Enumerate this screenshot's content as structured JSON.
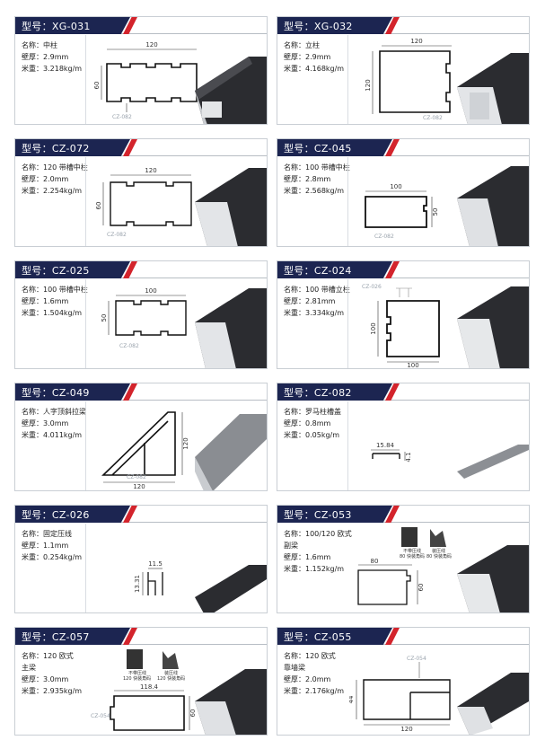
{
  "labels": {
    "model": "型号：",
    "name": "名称：",
    "wall": "壁厚：",
    "weight": "米重："
  },
  "cards": [
    {
      "model": "XG-031",
      "name": "中柱",
      "wall": "2.9mm",
      "weight": "3.218kg/m",
      "dims": [
        "120",
        "60"
      ],
      "ref": "CZ-082"
    },
    {
      "model": "XG-032",
      "name": "立柱",
      "wall": "2.9mm",
      "weight": "4.168kg/m",
      "dims": [
        "120",
        "120"
      ],
      "ref": "CZ-082"
    },
    {
      "model": "CZ-072",
      "name": "120 带槽中柱",
      "wall": "2.0mm",
      "weight": "2.254kg/m",
      "dims": [
        "120",
        "60"
      ],
      "ref": "CZ-082"
    },
    {
      "model": "CZ-045",
      "name": "100 带槽中柱",
      "wall": "2.8mm",
      "weight": "2.568kg/m",
      "dims": [
        "100",
        "50"
      ],
      "ref": "CZ-082"
    },
    {
      "model": "CZ-025",
      "name": "100 带槽中柱",
      "wall": "1.6mm",
      "weight": "1.504kg/m",
      "dims": [
        "100",
        "50"
      ],
      "ref": "CZ-082"
    },
    {
      "model": "CZ-024",
      "name": "100 带槽立柱",
      "wall": "2.81mm",
      "weight": "3.334kg/m",
      "dims": [
        "100",
        "100"
      ],
      "ref": "CZ-026"
    },
    {
      "model": "CZ-049",
      "name": "人字顶斜拉梁",
      "wall": "3.0mm",
      "weight": "4.011kg/m",
      "dims": [
        "120",
        "120"
      ],
      "ref": "CZ-082"
    },
    {
      "model": "CZ-082",
      "name": "罗马柱槽盖",
      "wall": "0.8mm",
      "weight": "0.05kg/m",
      "dims": [
        "15.84",
        "4.1"
      ],
      "ref": ""
    },
    {
      "model": "CZ-026",
      "name": "固定压线",
      "wall": "1.1mm",
      "weight": "0.254kg/m",
      "dims": [
        "11.5",
        "13.31"
      ],
      "ref": ""
    },
    {
      "model": "CZ-053",
      "name": "100/120 欧式",
      "name2": "副梁",
      "wall": "1.6mm",
      "weight": "1.152kg/m",
      "dims": [
        "80",
        "60"
      ],
      "ref": "",
      "acc": [
        "不带压线",
        "80 快装角码",
        "装压线",
        "80 快装角码"
      ]
    },
    {
      "model": "CZ-057",
      "name": "120 欧式",
      "name2": "主梁",
      "wall": "3.0mm",
      "weight": "2.935kg/m",
      "dims": [
        "118.4",
        "60"
      ],
      "ref": "CZ-054",
      "acc": [
        "不带压线",
        "120 快装角码",
        "装压线",
        "120 快装角码"
      ]
    },
    {
      "model": "CZ-055",
      "name": "120 欧式",
      "name2": "靠墙梁",
      "wall": "2.0mm",
      "weight": "2.176kg/m",
      "dims": [
        "120",
        "44"
      ],
      "ref": "CZ-054"
    }
  ],
  "colors": {
    "header": "#1c2551",
    "accent": "#d3242c",
    "profile": "#2b2c30"
  }
}
